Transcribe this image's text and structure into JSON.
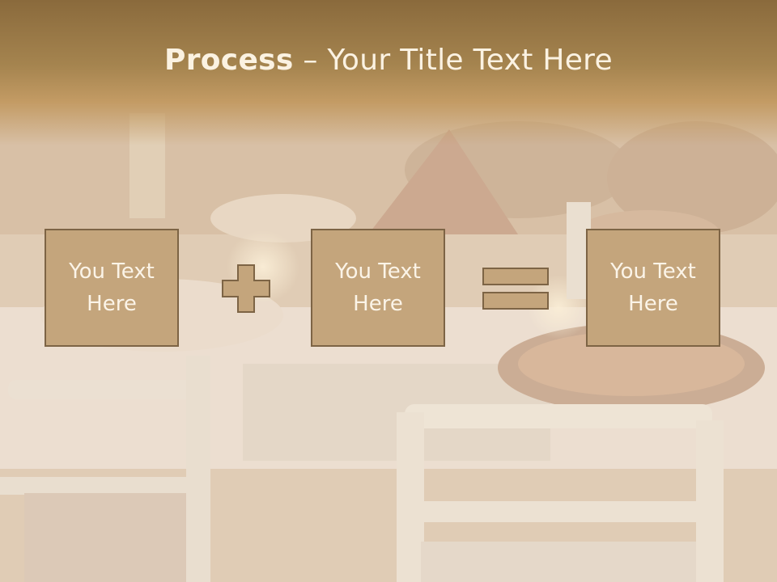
{
  "slide": {
    "title_bold": "Process",
    "title_dash": " – ",
    "title_rest": "Your Title Text Here"
  },
  "boxes": [
    {
      "text": "You Text\nHere"
    },
    {
      "text": "You Text\nHere"
    },
    {
      "text": "You Text\nHere"
    }
  ],
  "operators": {
    "first": "plus-icon",
    "second": "equals-icon"
  },
  "colors": {
    "box_fill": "#c4a57c",
    "box_border": "#7d6445",
    "operator_fill": "#c4a57c",
    "header": "#a5844f",
    "text_light": "#fbf2e2"
  }
}
